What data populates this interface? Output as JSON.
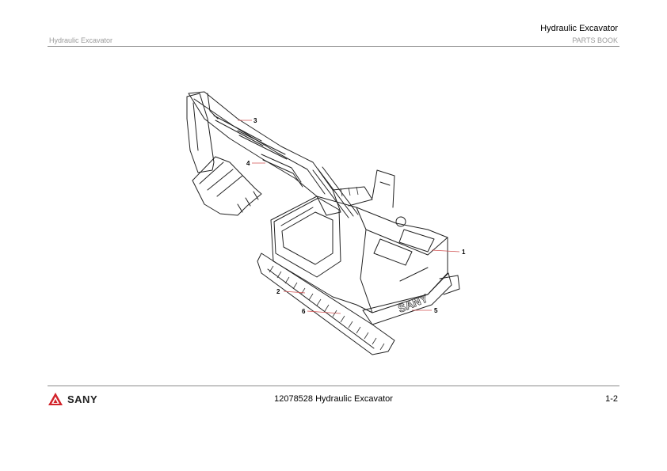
{
  "header": {
    "title": "Hydraulic Excavator",
    "left_subtitle": "Hydraulic Excavator",
    "right_subtitle": "PARTS BOOK"
  },
  "figure": {
    "callouts": [
      "1",
      "2",
      "3",
      "4",
      "5",
      "6"
    ],
    "colors": {
      "leader_line": "#d05050",
      "drawing_stroke": "#222222"
    }
  },
  "footer": {
    "logo_text": "SANY",
    "document": "12078528 Hydraulic Excavator",
    "page": "1-2"
  },
  "colors": {
    "brand_red": "#d2232a",
    "rule": "#8a8a8a",
    "muted_text": "#9a9a9a"
  }
}
